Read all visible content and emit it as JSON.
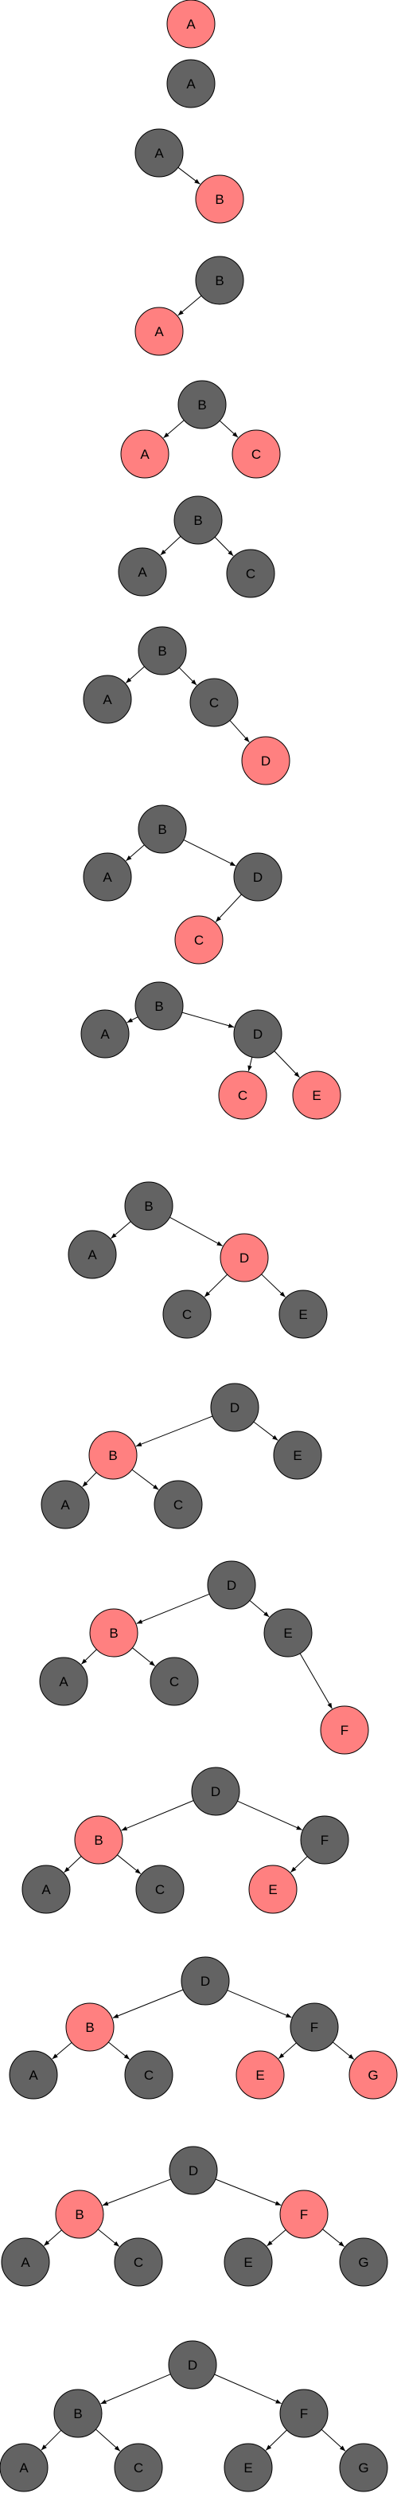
{
  "colors": {
    "black_node": "#636363",
    "red_node": "#ff8080",
    "stroke": "#000000",
    "text": "#000000"
  },
  "steps": [
    {
      "nodes": [
        {
          "label": "A",
          "color": "red"
        }
      ],
      "edges": []
    },
    {
      "nodes": [
        {
          "label": "A",
          "color": "black"
        }
      ],
      "edges": []
    },
    {
      "nodes": [
        {
          "label": "A",
          "color": "black"
        },
        {
          "label": "B",
          "color": "red"
        }
      ],
      "edges": [
        [
          0,
          1
        ]
      ]
    },
    {
      "nodes": [
        {
          "label": "B",
          "color": "black"
        },
        {
          "label": "A",
          "color": "red"
        }
      ],
      "edges": [
        [
          0,
          1
        ]
      ]
    },
    {
      "nodes": [
        {
          "label": "B",
          "color": "black"
        },
        {
          "label": "A",
          "color": "red"
        },
        {
          "label": "C",
          "color": "red"
        }
      ],
      "edges": [
        [
          0,
          1
        ],
        [
          0,
          2
        ]
      ]
    },
    {
      "nodes": [
        {
          "label": "B",
          "color": "black"
        },
        {
          "label": "A",
          "color": "black"
        },
        {
          "label": "C",
          "color": "black"
        }
      ],
      "edges": [
        [
          0,
          1
        ],
        [
          0,
          2
        ]
      ]
    },
    {
      "nodes": [
        {
          "label": "B",
          "color": "black"
        },
        {
          "label": "A",
          "color": "black"
        },
        {
          "label": "C",
          "color": "black"
        },
        {
          "label": "D",
          "color": "red"
        }
      ],
      "edges": [
        [
          0,
          1
        ],
        [
          0,
          2
        ],
        [
          2,
          3
        ]
      ]
    },
    {
      "nodes": [
        {
          "label": "B",
          "color": "black"
        },
        {
          "label": "A",
          "color": "black"
        },
        {
          "label": "D",
          "color": "black"
        },
        {
          "label": "C",
          "color": "red"
        }
      ],
      "edges": [
        [
          0,
          1
        ],
        [
          0,
          2
        ],
        [
          2,
          3
        ]
      ]
    },
    {
      "nodes": [
        {
          "label": "B",
          "color": "black"
        },
        {
          "label": "A",
          "color": "black"
        },
        {
          "label": "D",
          "color": "black"
        },
        {
          "label": "C",
          "color": "red"
        },
        {
          "label": "E",
          "color": "red"
        }
      ],
      "edges": [
        [
          0,
          1
        ],
        [
          0,
          2
        ],
        [
          2,
          3
        ],
        [
          2,
          4
        ]
      ]
    },
    {
      "nodes": [
        {
          "label": "B",
          "color": "black"
        },
        {
          "label": "A",
          "color": "black"
        },
        {
          "label": "D",
          "color": "red"
        },
        {
          "label": "C",
          "color": "black"
        },
        {
          "label": "E",
          "color": "black"
        }
      ],
      "edges": [
        [
          0,
          1
        ],
        [
          0,
          2
        ],
        [
          2,
          3
        ],
        [
          2,
          4
        ]
      ]
    },
    {
      "nodes": [
        {
          "label": "D",
          "color": "black"
        },
        {
          "label": "B",
          "color": "red"
        },
        {
          "label": "E",
          "color": "black"
        },
        {
          "label": "A",
          "color": "black"
        },
        {
          "label": "C",
          "color": "black"
        }
      ],
      "edges": [
        [
          0,
          1
        ],
        [
          0,
          2
        ],
        [
          1,
          3
        ],
        [
          1,
          4
        ]
      ]
    },
    {
      "nodes": [
        {
          "label": "D",
          "color": "black"
        },
        {
          "label": "B",
          "color": "red"
        },
        {
          "label": "E",
          "color": "black"
        },
        {
          "label": "A",
          "color": "black"
        },
        {
          "label": "C",
          "color": "black"
        },
        {
          "label": "F",
          "color": "red"
        }
      ],
      "edges": [
        [
          0,
          1
        ],
        [
          0,
          2
        ],
        [
          1,
          3
        ],
        [
          1,
          4
        ],
        [
          2,
          5
        ]
      ]
    },
    {
      "nodes": [
        {
          "label": "D",
          "color": "black"
        },
        {
          "label": "B",
          "color": "red"
        },
        {
          "label": "F",
          "color": "black"
        },
        {
          "label": "A",
          "color": "black"
        },
        {
          "label": "C",
          "color": "black"
        },
        {
          "label": "E",
          "color": "red"
        }
      ],
      "edges": [
        [
          0,
          1
        ],
        [
          0,
          2
        ],
        [
          1,
          3
        ],
        [
          1,
          4
        ],
        [
          2,
          5
        ]
      ]
    },
    {
      "nodes": [
        {
          "label": "D",
          "color": "black"
        },
        {
          "label": "B",
          "color": "red"
        },
        {
          "label": "F",
          "color": "black"
        },
        {
          "label": "A",
          "color": "black"
        },
        {
          "label": "C",
          "color": "black"
        },
        {
          "label": "E",
          "color": "red"
        },
        {
          "label": "G",
          "color": "red"
        }
      ],
      "edges": [
        [
          0,
          1
        ],
        [
          0,
          2
        ],
        [
          1,
          3
        ],
        [
          1,
          4
        ],
        [
          2,
          5
        ],
        [
          2,
          6
        ]
      ]
    },
    {
      "nodes": [
        {
          "label": "D",
          "color": "black"
        },
        {
          "label": "B",
          "color": "red"
        },
        {
          "label": "F",
          "color": "red"
        },
        {
          "label": "A",
          "color": "black"
        },
        {
          "label": "C",
          "color": "black"
        },
        {
          "label": "E",
          "color": "black"
        },
        {
          "label": "G",
          "color": "black"
        }
      ],
      "edges": [
        [
          0,
          1
        ],
        [
          0,
          2
        ],
        [
          1,
          3
        ],
        [
          1,
          4
        ],
        [
          2,
          5
        ],
        [
          2,
          6
        ]
      ]
    },
    {
      "nodes": [
        {
          "label": "D",
          "color": "black"
        },
        {
          "label": "B",
          "color": "black"
        },
        {
          "label": "F",
          "color": "black"
        },
        {
          "label": "A",
          "color": "black"
        },
        {
          "label": "C",
          "color": "black"
        },
        {
          "label": "E",
          "color": "black"
        },
        {
          "label": "G",
          "color": "black"
        }
      ],
      "edges": [
        [
          0,
          1
        ],
        [
          0,
          2
        ],
        [
          1,
          3
        ],
        [
          1,
          4
        ],
        [
          2,
          5
        ],
        [
          2,
          6
        ]
      ]
    }
  ]
}
